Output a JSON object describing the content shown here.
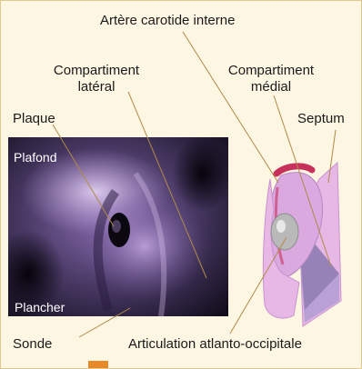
{
  "labels": {
    "carotid": "Artère carotide interne",
    "lateral_line1": "Compartiment",
    "lateral_line2": "latéral",
    "medial_line1": "Compartiment",
    "medial_line2": "médial",
    "plaque": "Plaque",
    "septum": "Septum",
    "plafond": "Plafond",
    "plancher": "Plancher",
    "sonde": "Sonde",
    "articulation": "Articulation atlanto-occipitale"
  },
  "colors": {
    "background": "#fdf6e3",
    "frame": "#e0c98f",
    "leader": "#b08a4a",
    "schema_pink": "#e7b8e6",
    "schema_violet": "#b9a1d6",
    "schema_dark": "#8f7db0",
    "vessel_red": "#c8305c",
    "tab": "#e8892a"
  }
}
